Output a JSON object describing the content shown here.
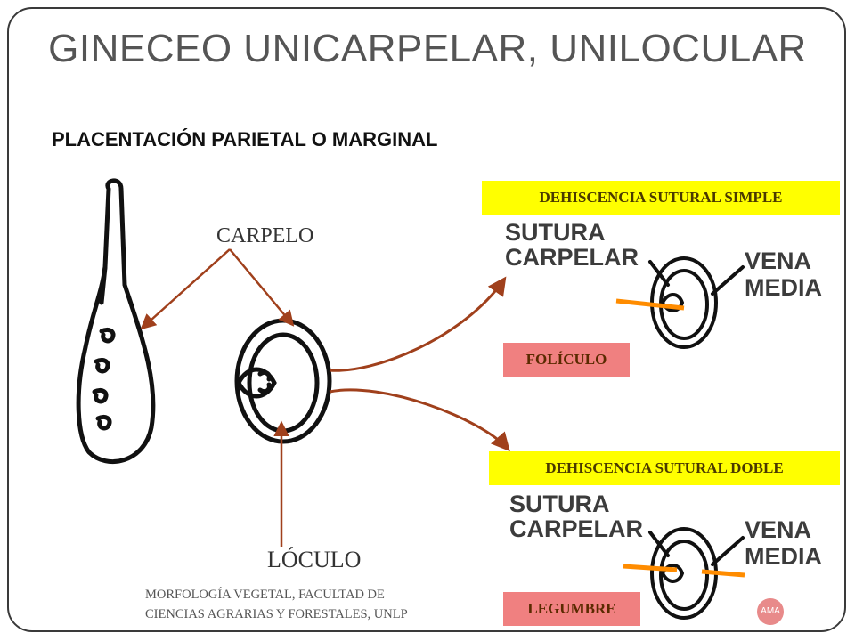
{
  "slide": {
    "title": "GINECEO UNICARPELAR, UNILOCULAR",
    "subtitle": "PLACENTACIÓN PARIETAL O MARGINAL",
    "label_carpelo": "CARPELO",
    "label_loculo": "LÓCULO",
    "box_simple": "DEHISCENCIA SUTURAL SIMPLE",
    "box_folicle": "FOLÍCULO",
    "box_doble": "DEHISCENCIA SUTURAL DOBLE",
    "box_legume": "LEGUMBRE",
    "top_figure": {
      "sutura_line1": "SUTURA",
      "sutura_line2": "CARPELAR",
      "vena_line1": "VENA",
      "vena_line2": "MEDIA"
    },
    "bottom_figure": {
      "sutura_line1": "SUTURA",
      "sutura_line2": "CARPELAR",
      "vena_line1": "VENA",
      "vena_line2": "MEDIA"
    },
    "footer_line1": "MORFOLOGÍA VEGETAL, FACULTAD DE",
    "footer_line2": "CIENCIAS AGRARIAS Y FORESTALES, UNLP",
    "badge": "AMA",
    "colors": {
      "arrow": "#a0401c",
      "highlight_yellow": "#ffff00",
      "highlight_pink": "#f08080",
      "dehiscence_mark": "#ff8c00"
    }
  }
}
